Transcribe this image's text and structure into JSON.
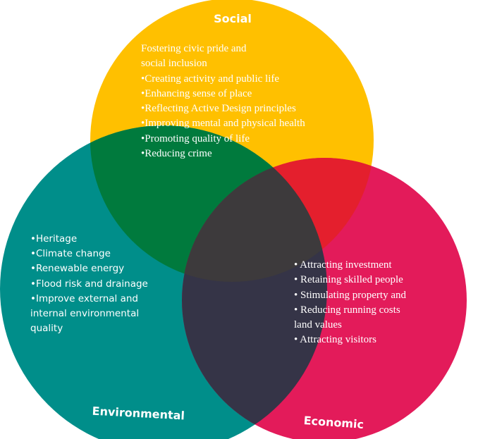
{
  "circles": {
    "social": {
      "title": "Social",
      "color": "#FFC000",
      "items": [
        "Fostering civic pride and",
        "social inclusion",
        "•Creating activity and public life",
        "•Enhancing sense of place",
        "•Reflecting Active Design principles",
        "•Improving mental and physical health",
        "•Promoting quality of life",
        "•Reducing crime"
      ]
    },
    "environmental": {
      "title": "Environmental",
      "color": "#008E8A",
      "items": [
        "•Heritage",
        "•Climate change",
        "•Renewable energy",
        "•Flood risk and drainage",
        "•Improve external and",
        "internal environmental",
        "quality"
      ]
    },
    "economic": {
      "title": "Economic",
      "color": "#E31B5A",
      "items": [
        "• Attracting investment",
        "• Retaining skilled people",
        "• Stimulating property and",
        "• Reducing running costs",
        "land values",
        "• Attracting visitors"
      ]
    }
  },
  "overlaps": {
    "social_environmental": "#007A3D",
    "social_economic": "#E41F2D",
    "environmental_economic": "#353447",
    "center": "#3D3A3C"
  }
}
